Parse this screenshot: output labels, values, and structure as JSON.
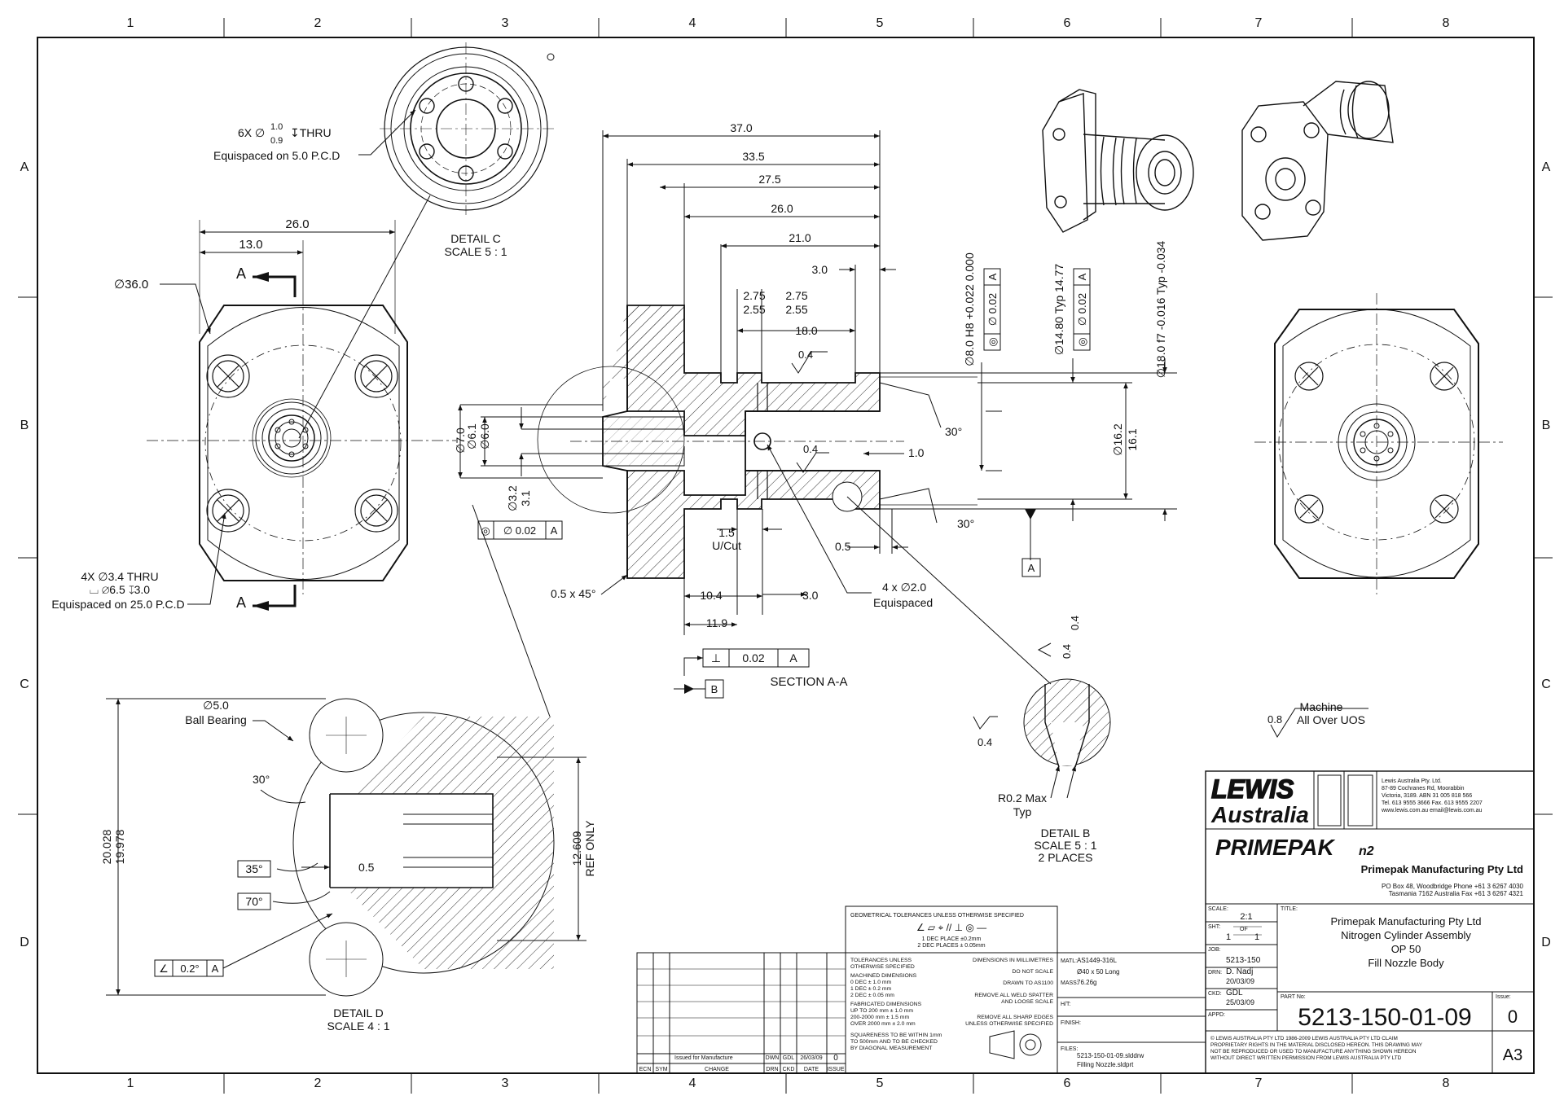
{
  "zones": {
    "columns": [
      "1",
      "2",
      "3",
      "4",
      "5",
      "6",
      "7",
      "8"
    ],
    "rows": [
      "A",
      "B",
      "C",
      "D"
    ]
  },
  "front_view": {
    "dims": [
      "26.0",
      "13.0",
      "∅36.0"
    ],
    "section_marker": "A",
    "hole_note": [
      "4X ∅3.4 THRU",
      "⌴ ∅6.5 ↧3.0",
      "Equispaced on 25.0 P.C.D"
    ]
  },
  "detail_c": {
    "title": "DETAIL C",
    "scale": "SCALE 5 : 1",
    "hole_note_prefix": "6X ∅",
    "hole_upper": "1.0",
    "hole_lower": "0.9",
    "hole_suffix": "↧THRU",
    "pcd_note": "Equispaced on 5.0 P.C.D"
  },
  "section_aa": {
    "title": "SECTION A-A",
    "top_dims": [
      "37.0",
      "33.5",
      "27.5",
      "26.0",
      "21.0",
      "3.0",
      "18.0"
    ],
    "groove_dims": [
      "2.75",
      "2.55",
      "2.75",
      "2.55"
    ],
    "roughness": [
      "0.4",
      "0.4"
    ],
    "dia_left": [
      "∅7.0",
      "∅6.1",
      "∅6.0"
    ],
    "dia_small": [
      "∅3.2",
      "3.1"
    ],
    "concentricity": [
      "◎",
      "∅ 0.02",
      "A"
    ],
    "angles": [
      "30°",
      "30°"
    ],
    "length_1": "1.0",
    "undercut": [
      "1.5",
      "U/Cut"
    ],
    "chamfer": "0.5 x 45°",
    "bottom_dims": [
      "10.4",
      "11.9",
      "3.0",
      "0.5"
    ],
    "hole_note": [
      "4 x ∅2.0",
      "Equispaced"
    ],
    "perp_frame": [
      "⊥",
      "0.02",
      "A"
    ],
    "datum_a": "A",
    "datum_b": "B",
    "right_dias": [
      "∅8.0 H8 +0.022 0.000",
      "∅14.80 Typ 14.77",
      "∅18.0 f7 -0.016 Typ -0.034"
    ],
    "right_frame": [
      "◎",
      "∅ 0.02",
      "A"
    ],
    "center_dia": [
      "∅16.2",
      "16.1"
    ]
  },
  "detail_b": {
    "title": "DETAIL B",
    "scale": "SCALE 5 : 1",
    "places": "2 PLACES",
    "roughness": [
      "0.4",
      "0.4",
      "0.4"
    ],
    "radius_note": [
      "R0.2 Max",
      "Typ"
    ]
  },
  "detail_d": {
    "title": "DETAIL D",
    "scale": "SCALE 4 : 1",
    "ball": [
      "∅5.0",
      "Ball Bearing"
    ],
    "angles": [
      "30°",
      "35°",
      "70°"
    ],
    "length": "0.5",
    "dia": [
      "20.028",
      "19.978"
    ],
    "ref": [
      "12.609",
      "REF ONLY"
    ],
    "angularity": [
      "∠",
      "0.2°",
      "A"
    ]
  },
  "machine_note": [
    "Machine",
    "0.8",
    "All Over UOS"
  ],
  "title_block": {
    "logo_top": "LEWIS",
    "logo_bottom": "Australia",
    "company": [
      "Lewis Australia Pty. Ltd.",
      "87-89 Cochranes Rd, Moorabbin",
      "Victoria, 3189.      ABN 31 005 818 566",
      "Tel. 613 9555 3666    Fax. 613 9555 2207",
      "www.lewis.com.au    email@lewis.com.au"
    ],
    "brand": "PRIMEPAK",
    "brand_sub": "n2",
    "maker": "Primepak Manufacturing Pty Ltd",
    "maker_addr": [
      "PO Box 48, Woodbridge  Phone +61 3 6267 4030",
      "Tasmania 7162 Australia  Fax +61 3 6267 4321"
    ],
    "scale_label": "SCALE:",
    "scale_value": "2:1",
    "sht_label": "SHT:",
    "sht_value": "1",
    "of_label": "OF",
    "of_value": "1",
    "job_label": "JOB:",
    "job_value": "5213-150",
    "drn_label": "DRN:",
    "drn_value": [
      "D. Nadj",
      "20/03/09"
    ],
    "ckd_label": "CKD:",
    "ckd_value": [
      "GDL",
      "25/03/09"
    ],
    "appd_label": "APPD:",
    "title_label": "TITLE:",
    "title_lines": [
      "Primepak Manufacturing Pty Ltd",
      "Nitrogen Cylinder Assembly",
      "OP 50",
      "Fill Nozzle Body"
    ],
    "part_label": "PART No:",
    "part_no": "5213-150-01-09",
    "issue_label": "Issue:",
    "issue": "0",
    "size": "A3",
    "copyright": [
      "© LEWIS AUSTRALIA PTY LTD 1986-2009  LEWIS AUSTRALIA PTY LTD CLAIM",
      "PROPRIETARY RIGHTS IN THE MATERIAL DISCLOSED HEREON. THIS DRAWING MAY",
      "NOT BE REPRODUCED OR USED TO MANUFACTURE ANYTHING SHOWN HEREON",
      "WITHOUT DIRECT WRITTEN  PERMISSION FROM LEWIS AUSTRALIA PTY LTD"
    ],
    "geo_tol": [
      "GEOMETRICAL TOLERANCES  UNLESS OTHERWISE SPECIFIED",
      "∠ ▱ ⌖ // ⊥ ◎ —",
      "1 DEC PLACE ±0.2mm",
      "2 DEC PLACES ± 0.05mm"
    ],
    "tolerances": [
      "TOLERANCES UNLESS",
      "OTHERWISE SPECIFIED",
      "MACHINED DIMENSIONS",
      "0 DEC ± 1.0 mm",
      "1 DEC ± 0.2 mm",
      "2 DEC ± 0.05 mm",
      "FABRICATED DIMENSIONS",
      "UP TO 200 mm ± 1.0 mm",
      "200-2000 mm ± 1.5 mm",
      "OVER 2000 mm ± 2.0 mm",
      "SQUARENESS TO BE WITHIN 1mm",
      "TO 500mm AND TO BE CHECKED",
      "BY DIAGONAL MEASUREMENT"
    ],
    "notes": [
      "DIMENSIONS IN MILLIMETRES",
      "DO NOT SCALE",
      "DRAWN TO AS1100",
      "REMOVE ALL WELD SPATTER",
      "AND LOOSE SCALE",
      "REMOVE ALL SHARP EDGES",
      "UNLESS OTHERWISE SPECIFIED"
    ],
    "matl_label": "MATL:",
    "matl": [
      "AS1449-316L",
      "Ø40 x 50 Long"
    ],
    "mass_label": "MASS:",
    "mass": "76.26g",
    "ht_label": "H/T:",
    "finish_label": "FINISH:",
    "files_label": "FILES:",
    "files": [
      "5213-150-01-09.slddrw",
      "Filling Nozzle.sldprt"
    ],
    "rev_row": [
      "Issued for Manufacture",
      "DWN",
      "GDL",
      "26/03/09",
      "0"
    ],
    "rev_headers": [
      "ECN",
      "SYM",
      "CHANGE",
      "DRN",
      "CKD",
      "DATE",
      "ISSUE"
    ]
  }
}
